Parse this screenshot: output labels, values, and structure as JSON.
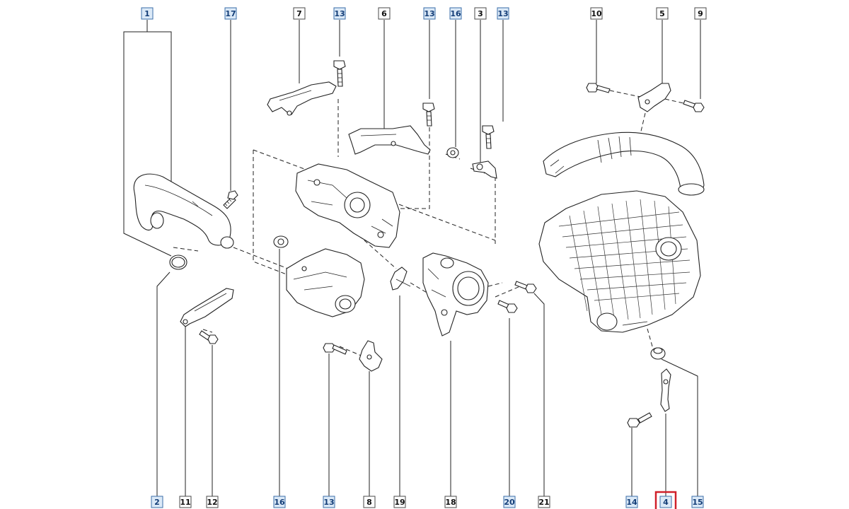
{
  "diagram": {
    "highlight_color": "#d0202a",
    "top_callouts": [
      {
        "id": "c1",
        "label": "1",
        "style": "blue"
      },
      {
        "id": "c17",
        "label": "17",
        "style": "blue"
      },
      {
        "id": "c7",
        "label": "7",
        "style": "plain"
      },
      {
        "id": "c13a",
        "label": "13",
        "style": "blue"
      },
      {
        "id": "c6",
        "label": "6",
        "style": "plain"
      },
      {
        "id": "c13b",
        "label": "13",
        "style": "blue"
      },
      {
        "id": "c16a",
        "label": "16",
        "style": "blue"
      },
      {
        "id": "c3",
        "label": "3",
        "style": "plain"
      },
      {
        "id": "c13c",
        "label": "13",
        "style": "blue"
      },
      {
        "id": "c10",
        "label": "10",
        "style": "plain"
      },
      {
        "id": "c5",
        "label": "5",
        "style": "plain"
      },
      {
        "id": "c9",
        "label": "9",
        "style": "plain"
      }
    ],
    "bottom_callouts": [
      {
        "id": "b2",
        "label": "2",
        "style": "blue"
      },
      {
        "id": "b11",
        "label": "11",
        "style": "plain"
      },
      {
        "id": "b12",
        "label": "12",
        "style": "plain"
      },
      {
        "id": "b16",
        "label": "16",
        "style": "blue"
      },
      {
        "id": "b13",
        "label": "13",
        "style": "blue"
      },
      {
        "id": "b8",
        "label": "8",
        "style": "plain"
      },
      {
        "id": "b19",
        "label": "19",
        "style": "plain"
      },
      {
        "id": "b18",
        "label": "18",
        "style": "plain"
      },
      {
        "id": "b20",
        "label": "20",
        "style": "blue"
      },
      {
        "id": "b21",
        "label": "21",
        "style": "plain"
      },
      {
        "id": "b14",
        "label": "14",
        "style": "blue"
      },
      {
        "id": "b4",
        "label": "4",
        "style": "blue",
        "highlighted": true
      },
      {
        "id": "b15",
        "label": "15",
        "style": "blue"
      }
    ]
  }
}
